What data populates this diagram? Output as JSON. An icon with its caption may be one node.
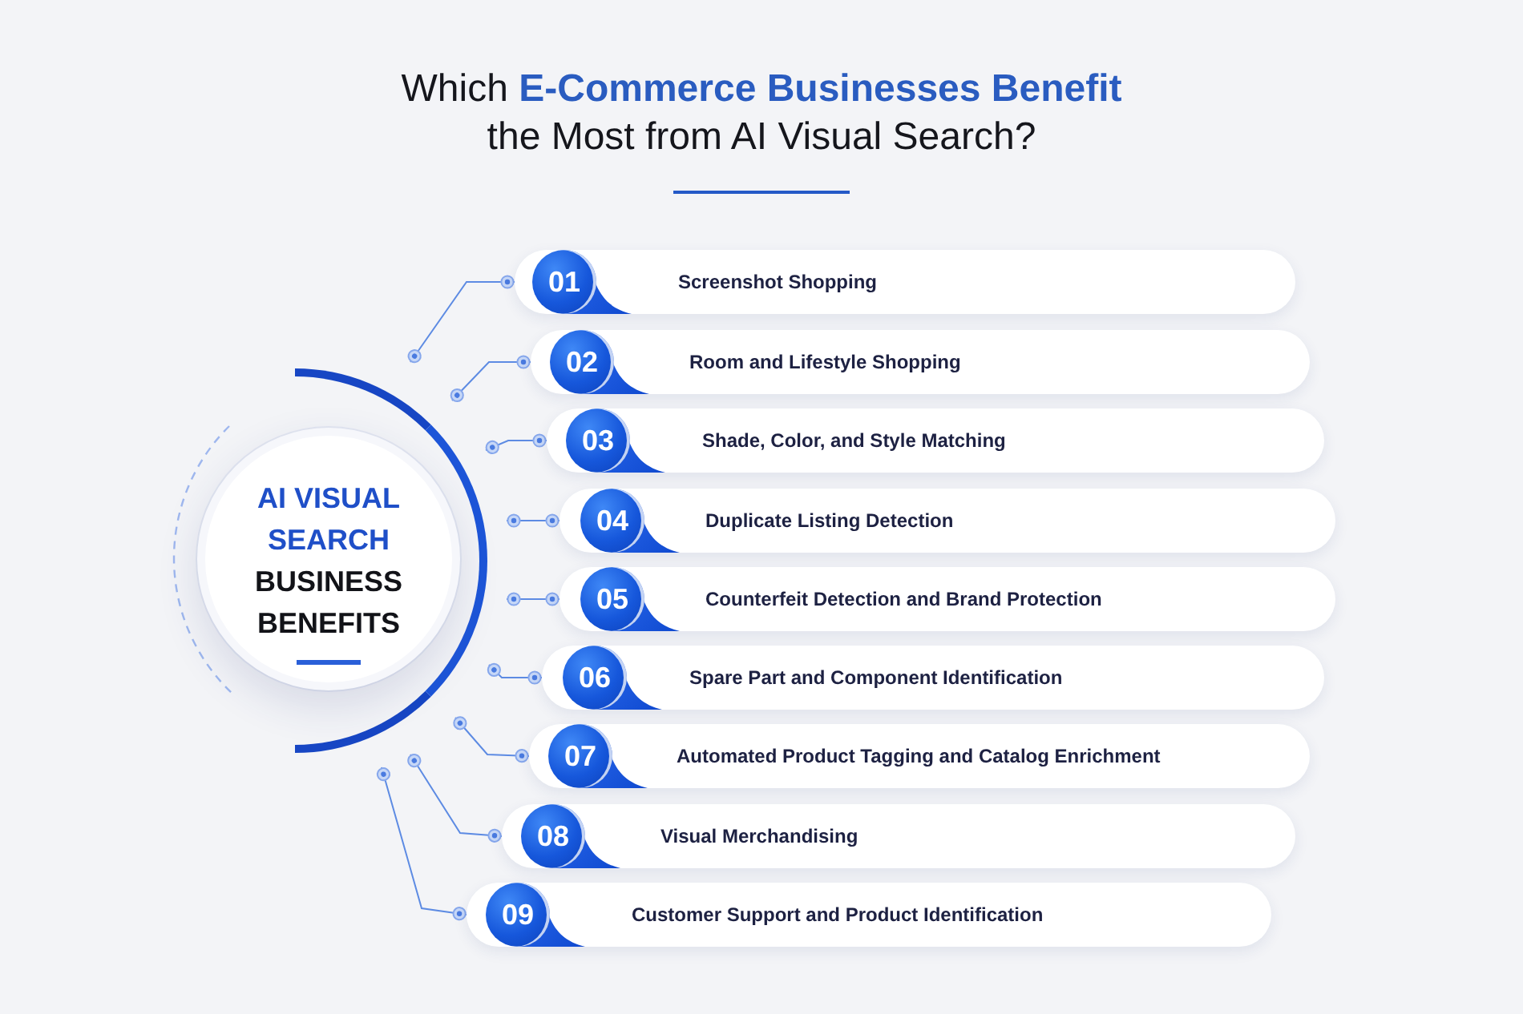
{
  "diagram": {
    "title": "Which **E-Commerce Businesses Benefit** the Most from AI Visual Search?",
    "nodes": [
      {
        "text": [
          "AI VISUAL SEARCH",
          "BUSINESS BENEFITS"
        ]
      },
      {
        "text": [],
        "shape": "arc"
      },
      {
        "text": [
          "01",
          "Screenshot Shopping"
        ]
      },
      {
        "text": [
          "02",
          "Room and Lifestyle Shopping"
        ]
      },
      {
        "text": [
          "03",
          "Shade, Color, and Style Matching"
        ]
      },
      {
        "text": [
          "04",
          "Duplicate Listing Detection"
        ]
      },
      {
        "text": [
          "05",
          "Counterfeit Detection and Brand Protection"
        ]
      },
      {
        "text": [
          "06",
          "Spare Part and Component Identification"
        ]
      },
      {
        "text": [
          "07",
          "Automated Product Tagging and Catalog Enrichment"
        ]
      },
      {
        "text": [
          "08",
          "Visual Merchandising"
        ]
      },
      {
        "text": [
          "09",
          "Customer Support and Product Identification"
        ]
      }
    ],
    "edges": [
      {
        "from": 1,
        "to": 2,
        "arrow": "other"
      },
      {
        "from": 1,
        "to": 3,
        "arrow": "other"
      },
      {
        "from": 1,
        "to": 4,
        "arrow": "other"
      },
      {
        "from": 1,
        "to": 5,
        "arrow": "other"
      },
      {
        "from": 1,
        "to": 6,
        "arrow": "other"
      },
      {
        "from": 1,
        "to": 7,
        "arrow": "other"
      },
      {
        "from": 1,
        "to": 8,
        "arrow": "other"
      },
      {
        "from": 1,
        "to": 9,
        "arrow": "other"
      },
      {
        "from": 1,
        "to": 10,
        "arrow": "other"
      }
    ]
  }
}
